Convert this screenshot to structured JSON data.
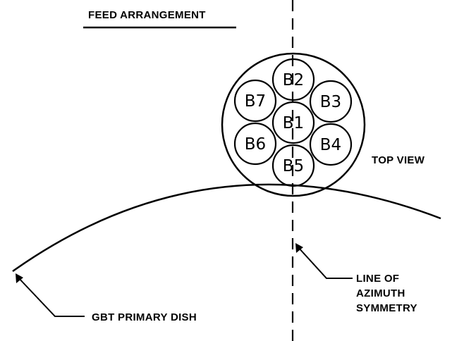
{
  "title": "FEED ARRANGEMENT",
  "top_view_label": "TOP VIEW",
  "dish_label": "GBT PRIMARY DISH",
  "axis_label_lines": [
    "LINE OF",
    "AZIMUTH",
    "SYMMETRY"
  ],
  "beams": {
    "center": "B1",
    "b2": "B2",
    "b3": "B3",
    "b4": "B4",
    "b5": "B5",
    "b6": "B6",
    "b7": "B7"
  },
  "colors": {
    "ink": "#000000",
    "background": "#ffffff"
  }
}
